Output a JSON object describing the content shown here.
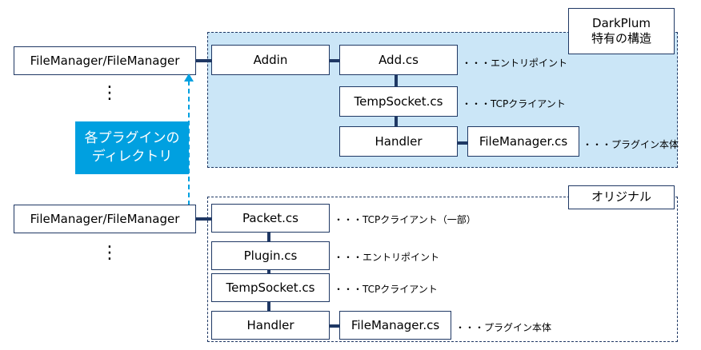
{
  "top": {
    "root_label": "FileManager/FileManager",
    "title_line1": "DarkPlum",
    "title_line2": "特有の構造",
    "addin": "Addin",
    "add_cs": "Add.cs",
    "add_note": "・・・エントリポイント",
    "tempsocket": "TempSocket.cs",
    "tempsocket_note": "・・・TCPクライアント",
    "handler": "Handler",
    "filemanager": "FileManager.cs",
    "filemanager_note": "・・・プラグイン本体",
    "vdots": "⋮"
  },
  "middle": {
    "callout_line1": "各プラグインの",
    "callout_line2": "ディレクトリ"
  },
  "bottom": {
    "root_label": "FileManager/FileManager",
    "title": "オリジナル",
    "packet": "Packet.cs",
    "packet_note": "・・・TCPクライアント（一部）",
    "plugin": "Plugin.cs",
    "plugin_note": "・・・エントリポイント",
    "tempsocket": "TempSocket.cs",
    "tempsocket_note": "・・・TCPクライアント",
    "handler": "Handler",
    "filemanager": "FileManager.cs",
    "filemanager_note": "・・・プラグイン本体",
    "vdots": "⋮"
  },
  "colors": {
    "border": "#1f3864",
    "blue_region": "#cbe6f7",
    "callout": "#00a0e0",
    "dashed_arrow": "#00a0e0"
  }
}
